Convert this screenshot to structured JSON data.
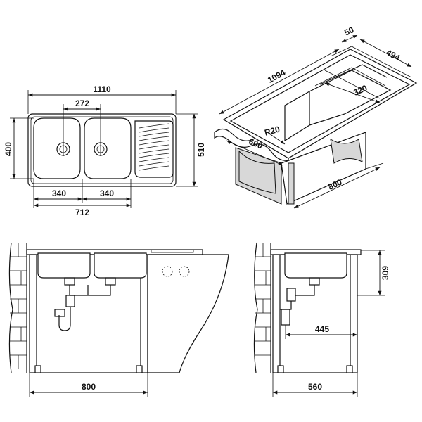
{
  "top_view": {
    "overall_width": "1110",
    "bowl_spacing": "272",
    "depth": "400",
    "overall_depth": "510",
    "bowl_left": "340",
    "bowl_right": "340",
    "bowls_width": "712"
  },
  "perspective_view": {
    "flange": "50",
    "depth": "494",
    "length": "1094",
    "drainer": "320",
    "radius": "R20",
    "front": "600",
    "cabinet": "800"
  },
  "front_view": {
    "cabinet_width": "800"
  },
  "side_view": {
    "height": "309",
    "drain_offset": "445",
    "cabinet_depth": "560"
  }
}
